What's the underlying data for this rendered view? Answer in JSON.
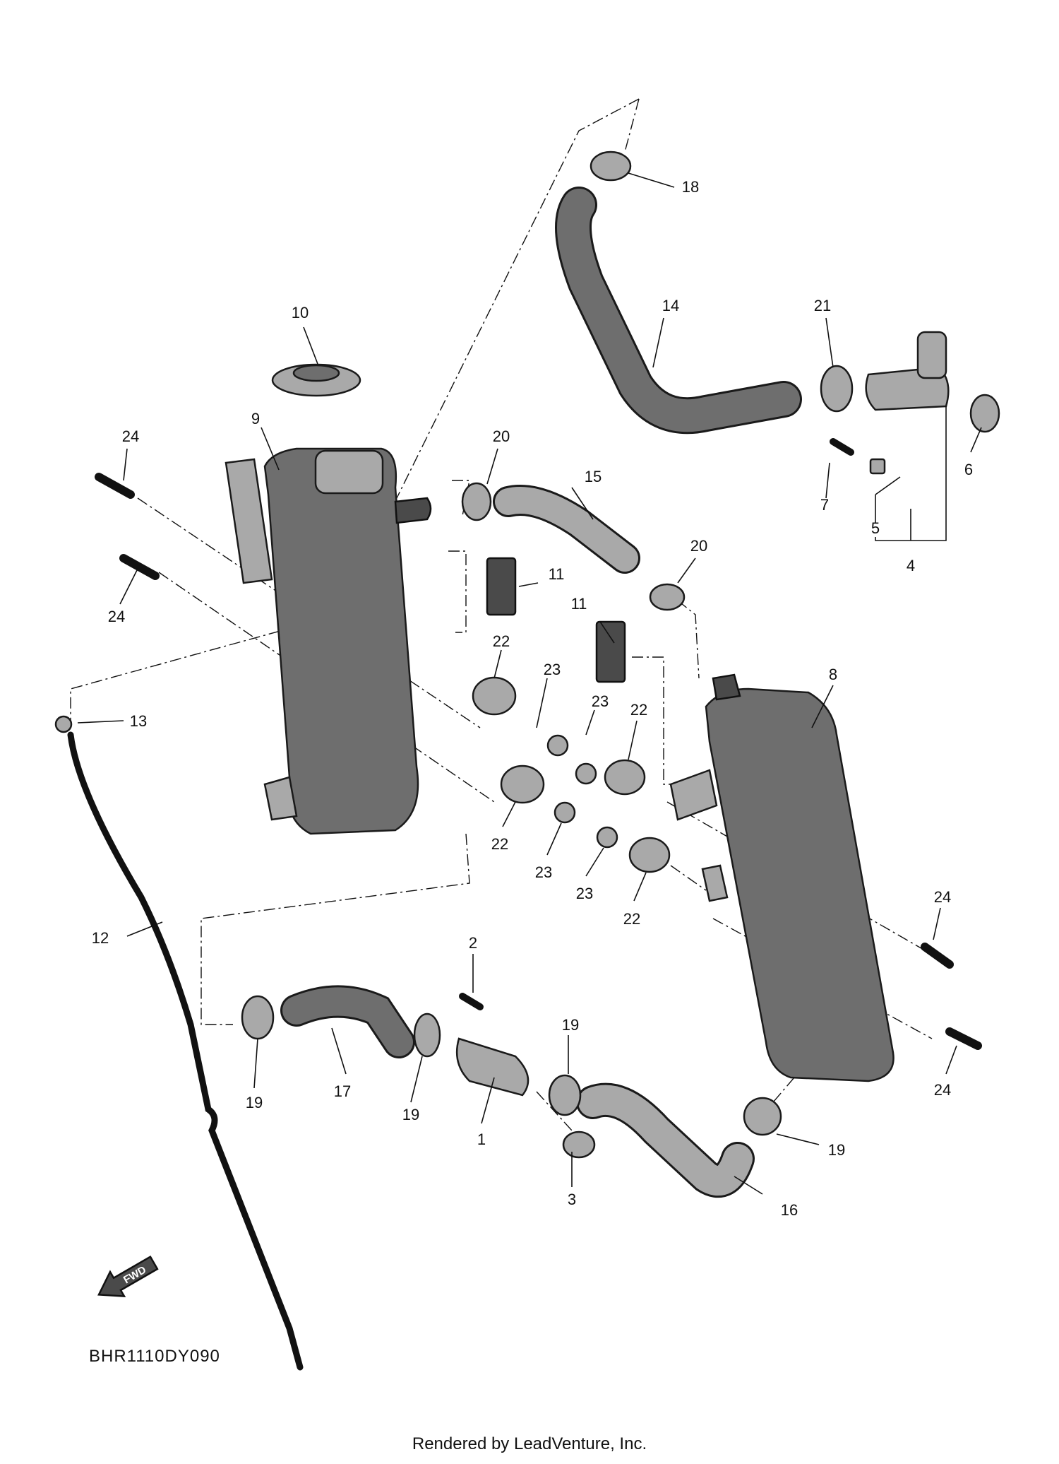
{
  "diagram_code": "BHR1110DY090",
  "footer": "Rendered by LeadVenture, Inc.",
  "fwd_label": "FWD",
  "callouts": [
    "1",
    "2",
    "3",
    "4",
    "5",
    "6",
    "7",
    "8",
    "9",
    "10",
    "11",
    "11",
    "12",
    "13",
    "14",
    "15",
    "16",
    "17",
    "18",
    "19",
    "19",
    "19",
    "19",
    "20",
    "20",
    "21",
    "22",
    "22",
    "22",
    "22",
    "23",
    "23",
    "23",
    "23",
    "24",
    "24",
    "24",
    "24"
  ]
}
